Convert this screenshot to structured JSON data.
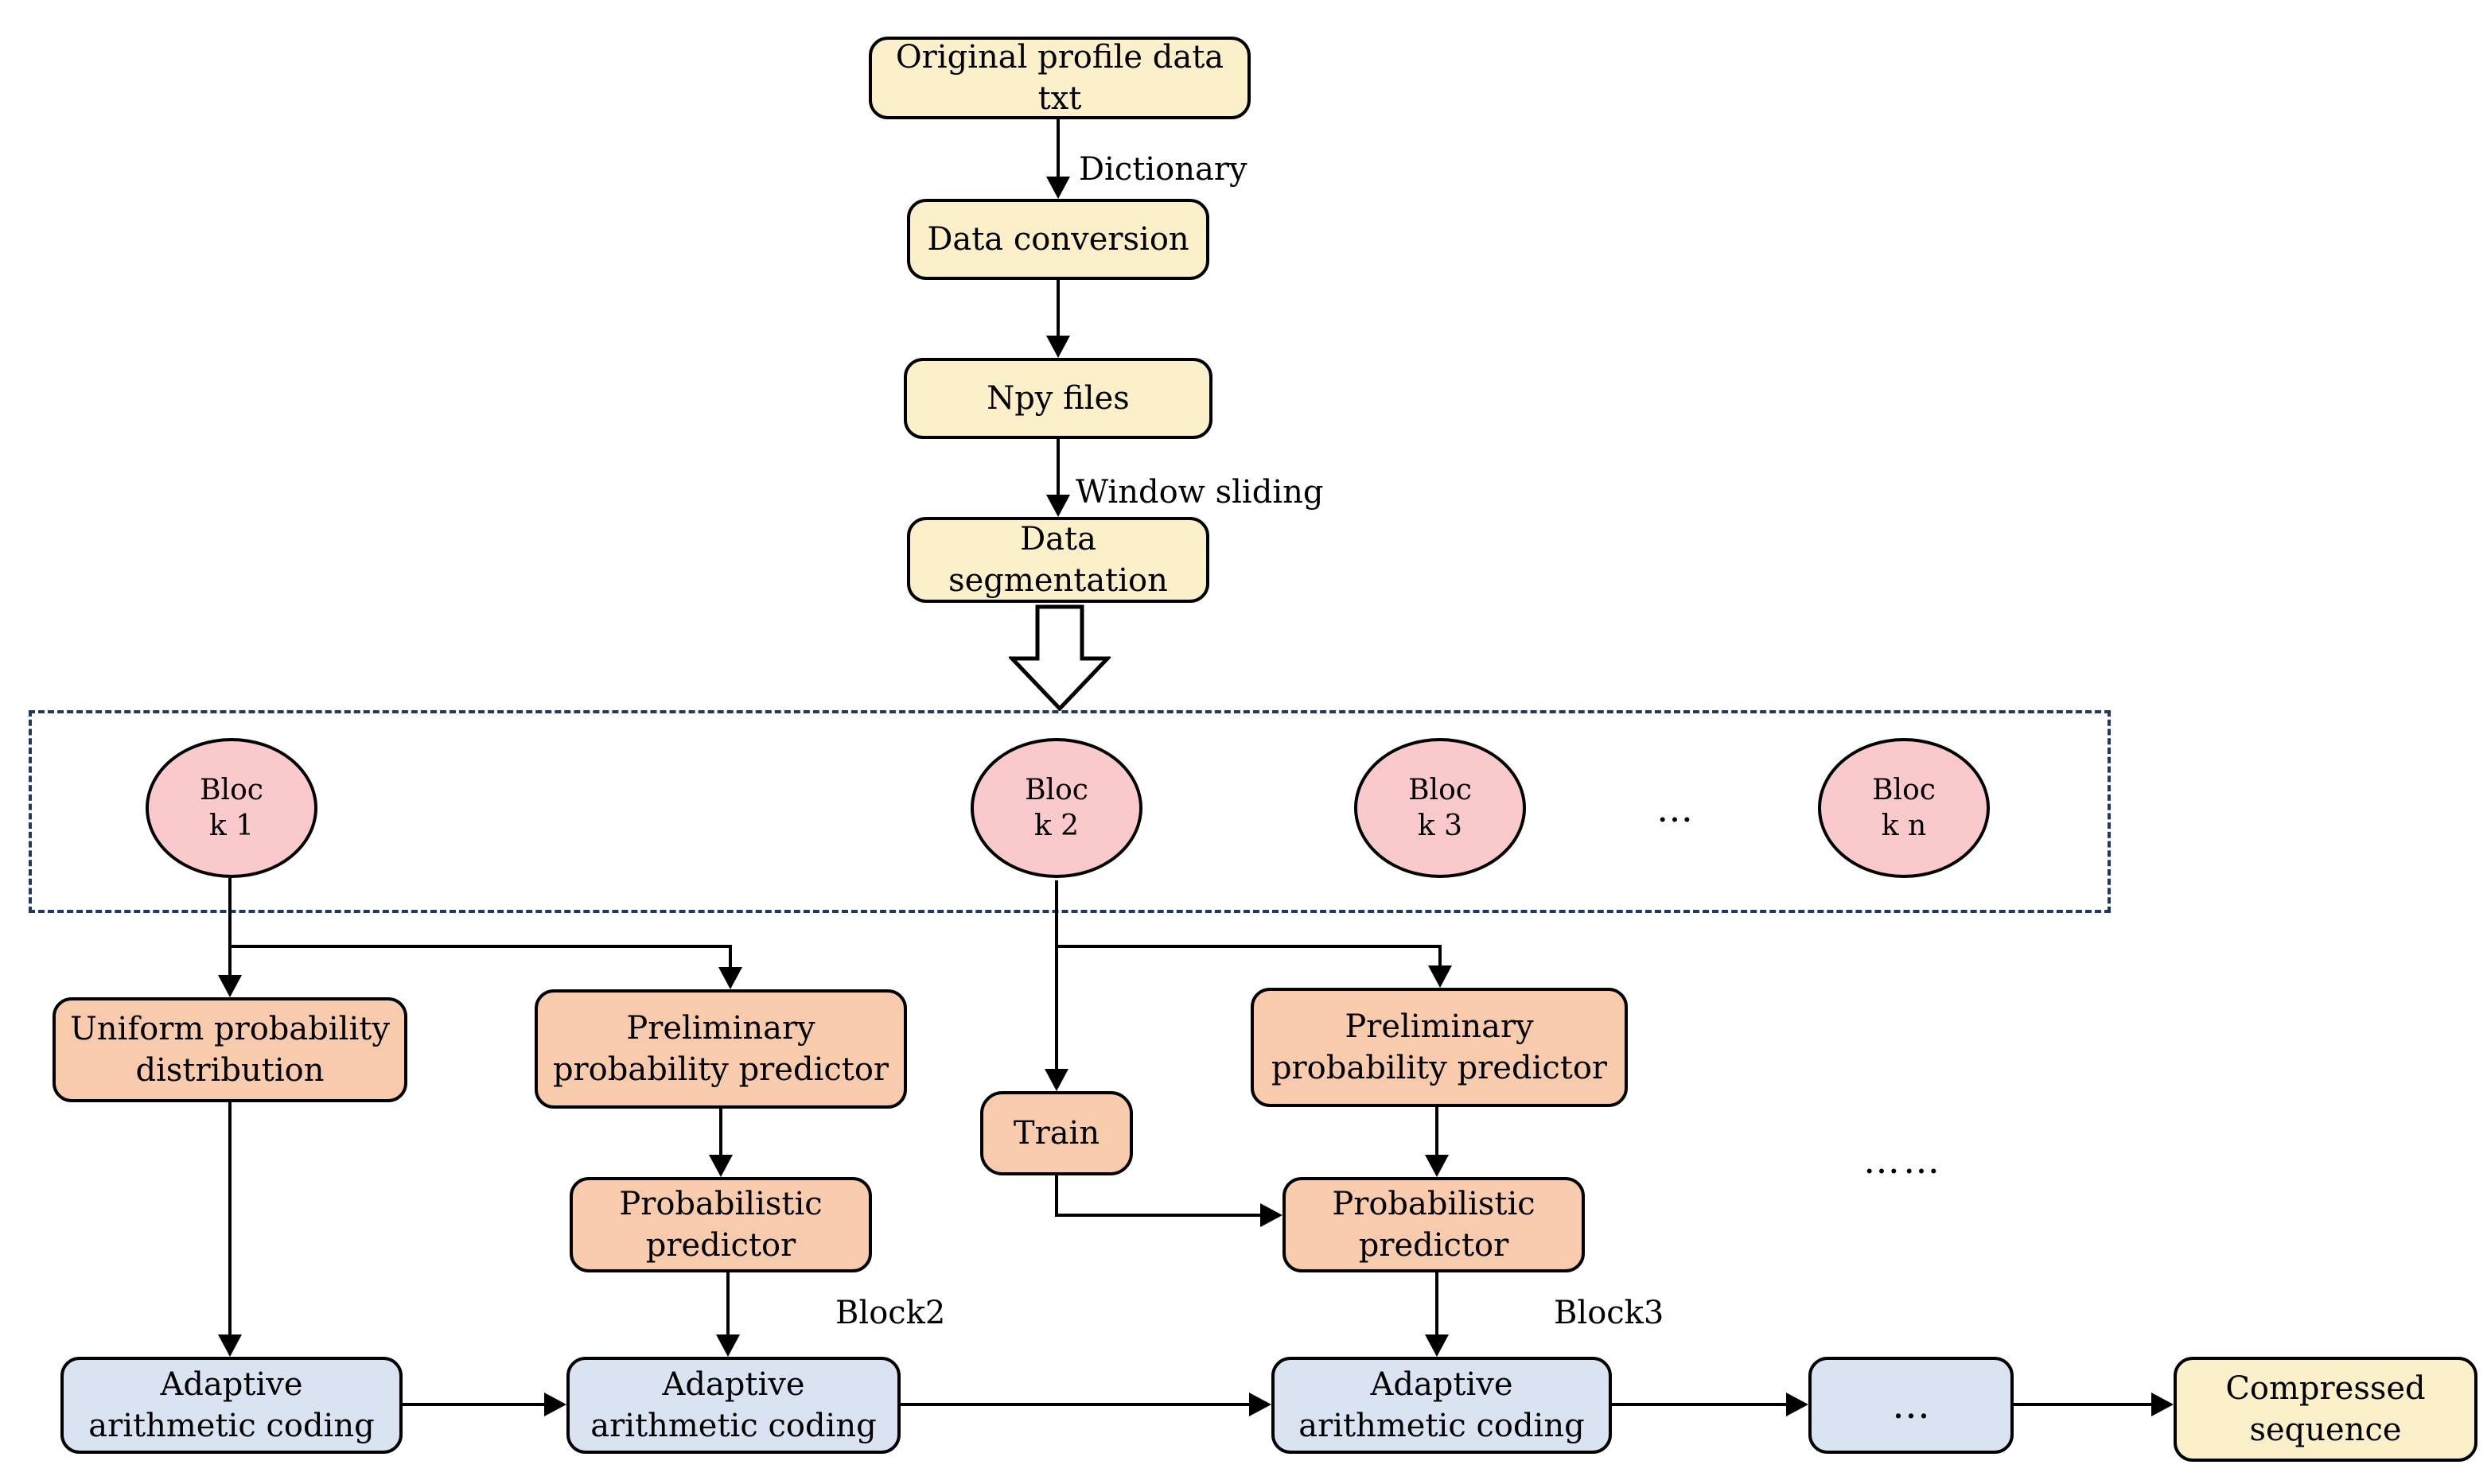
{
  "diagram": {
    "top_flow": {
      "original_profile": "Original profile data\ntxt",
      "dictionary_label": "Dictionary",
      "data_conversion": "Data conversion",
      "npy_files": "Npy files",
      "window_sliding_label": "Window sliding",
      "data_segmentation": "Data\nsegmentation"
    },
    "blocks": {
      "block1": "Bloc\nk 1",
      "block2": "Bloc\nk 2",
      "block3": "Bloc\nk 3",
      "ellipsis": "…",
      "blockn": "Bloc\nk n"
    },
    "processing": {
      "uniform": "Uniform probability\ndistribution",
      "preliminary2": "Preliminary\nprobability predictor",
      "preliminary3": "Preliminary\nprobability predictor",
      "train": "Train",
      "probabilistic2": "Probabilistic\npredictor",
      "probabilistic3": "Probabilistic\npredictor",
      "block2_label": "Block2",
      "block3_label": "Block3",
      "ellipsis_right": "……"
    },
    "bottom_flow": {
      "adaptive1": "Adaptive\narithmetic coding",
      "adaptive2": "Adaptive\narithmetic coding",
      "adaptive3": "Adaptive\narithmetic coding",
      "ellipsis_box": "…",
      "compressed": "Compressed\nsequence"
    },
    "colors": {
      "yellow": "#fbf0c9",
      "orange": "#f8cbad",
      "blue": "#dae3f2",
      "pink": "#f9c9cc",
      "navy": "#1f3864"
    }
  }
}
